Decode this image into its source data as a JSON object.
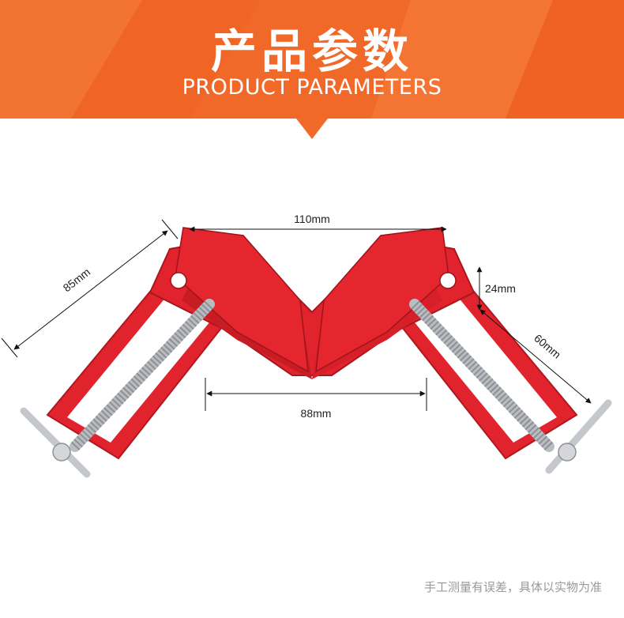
{
  "banner": {
    "title": "产品参数",
    "subtitle": "PRODUCT PARAMETERS",
    "color": "#f26a2a"
  },
  "dimensions": {
    "top_width": "110mm",
    "bottom_width": "88mm",
    "jaw_height": "24mm",
    "left_arm": "85mm",
    "right_arm": "60mm"
  },
  "product": {
    "name": "corner-clamp",
    "body_color": "#e0232c",
    "screw_color": "#b9bcc0"
  },
  "footnote": "手工测量有误差，具体以实物为准"
}
